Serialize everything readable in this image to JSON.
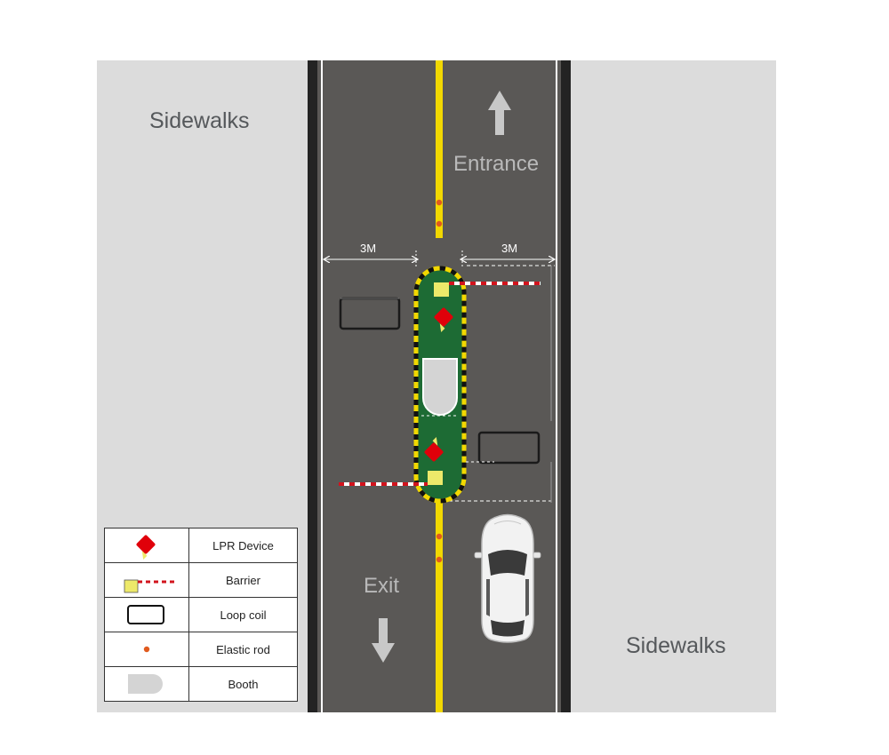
{
  "labels": {
    "sidewalk_left": "Sidewalks",
    "sidewalk_right": "Sidewalks",
    "entrance": "Entrance",
    "exit": "Exit",
    "dim_left": "3M",
    "dim_right": "3M"
  },
  "legend": {
    "lpr_device": "LPR Device",
    "barrier": "Barrier",
    "loop_coil": "Loop coil",
    "elastic_rod": "Elastic rod",
    "booth": "Booth"
  },
  "colors": {
    "sidewalk": "#dcdcdc",
    "road": "#5a5856",
    "curb": "#2b2b2b",
    "center_line": "#f2d800",
    "island": "#1d6b34",
    "lpr": "#e0000a",
    "barrier_box": "#ede96a",
    "elastic_rod": "#e05a1e",
    "booth": "#d4d4d4"
  },
  "icons": [
    "arrow-up-icon",
    "arrow-down-icon",
    "car-icon",
    "lpr-device-icon",
    "barrier-icon",
    "loop-coil-icon",
    "elastic-rod-icon",
    "booth-icon"
  ]
}
